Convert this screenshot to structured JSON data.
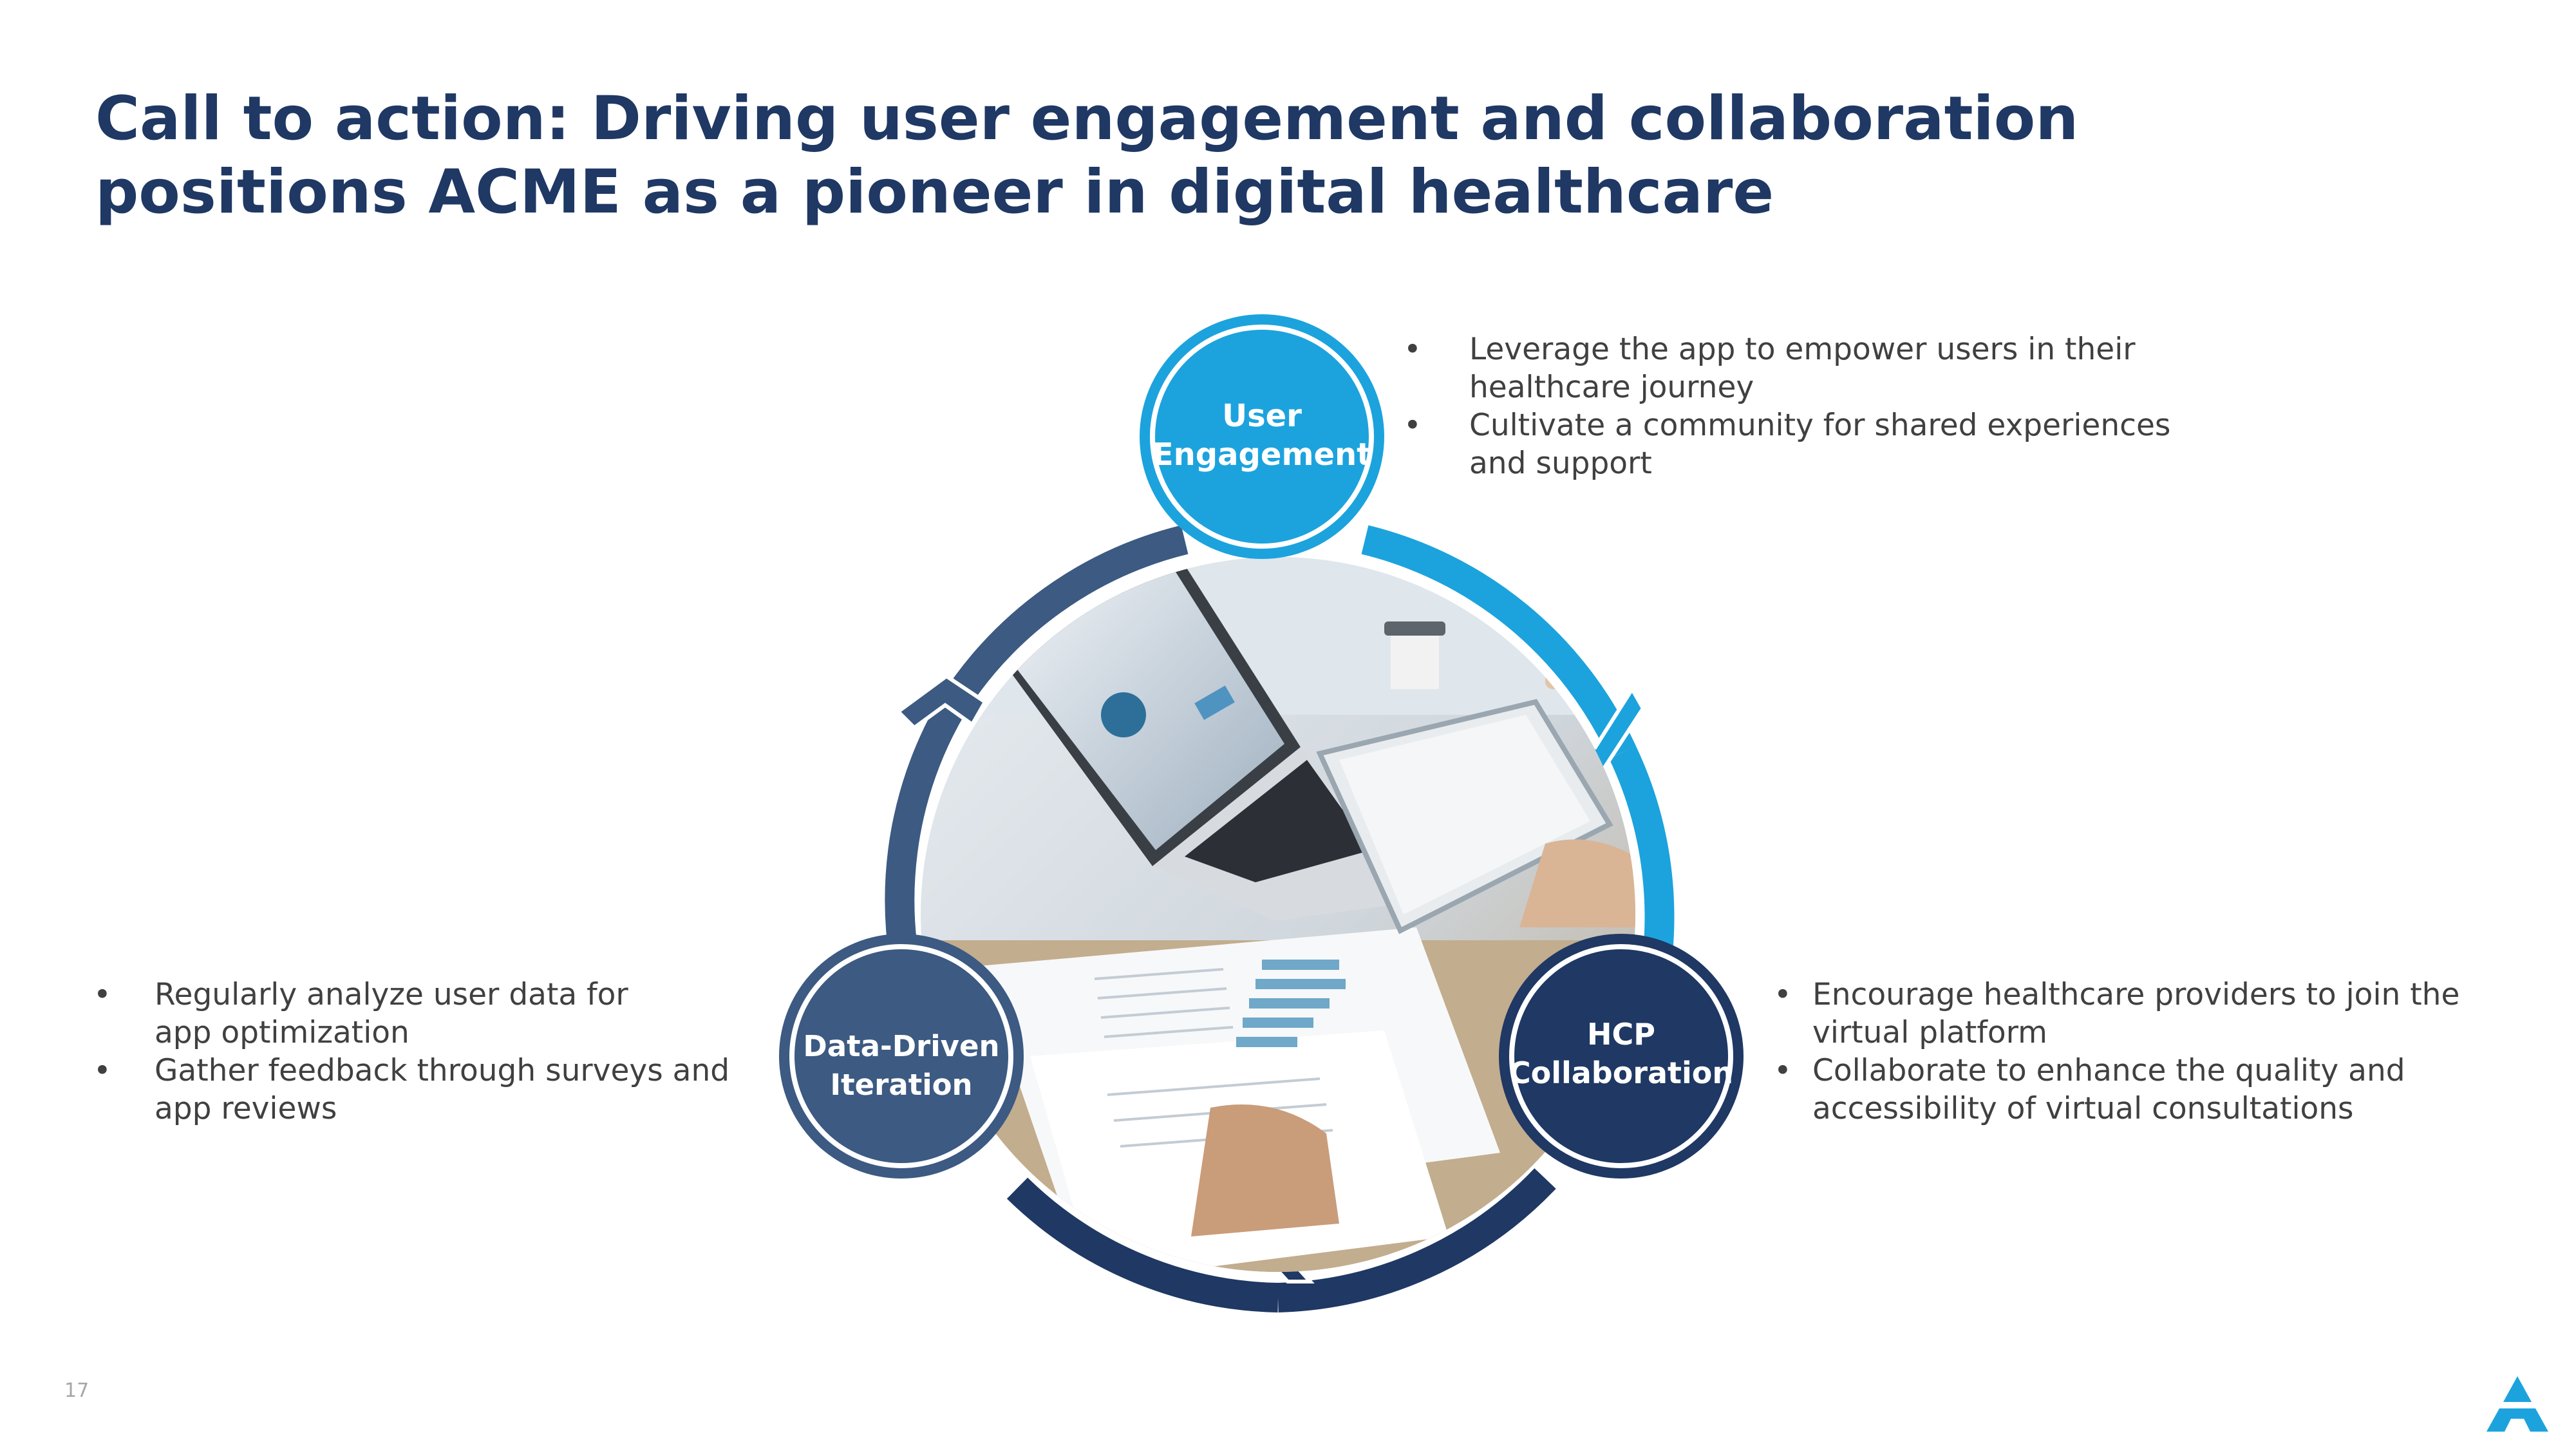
{
  "slide": {
    "title_line1": "Call to action: Driving user engagement and collaboration",
    "title_line2": "positions ACME as a pioneer in digital healthcare",
    "page_number": "17"
  },
  "cycle": {
    "stages": [
      {
        "label_line1": "User",
        "label_line2": "Engagement",
        "color": "#1ca3dd"
      },
      {
        "label_line1": "HCP",
        "label_line2": "Collaboration",
        "color": "#1f3864"
      },
      {
        "label_line1": "Data-Driven",
        "label_line2": "Iteration",
        "color": "#3c5a82"
      }
    ],
    "center_image": "laptop-and-tablet-analytics-photo"
  },
  "bullets": {
    "engagement": [
      {
        "line1": "Leverage the app to empower users in their",
        "line2": "healthcare journey"
      },
      {
        "line1": "Cultivate a community for shared experiences",
        "line2": "and support"
      }
    ],
    "iteration": [
      {
        "line1": "Regularly analyze user data for",
        "line2": "app optimization"
      },
      {
        "line1": "Gather feedback through surveys and",
        "line2": "app reviews"
      }
    ],
    "collaboration": [
      {
        "line1": "Encourage healthcare providers to join the",
        "line2": "virtual platform"
      },
      {
        "line1": "Collaborate to enhance the quality and",
        "line2": "accessibility of virtual consultations"
      }
    ]
  },
  "colors": {
    "title": "#1f3864",
    "body_text": "#404040",
    "light_blue": "#1ca3dd",
    "navy": "#1f3864",
    "slate_blue": "#3c5a82"
  },
  "logo": "acme-logo-icon"
}
